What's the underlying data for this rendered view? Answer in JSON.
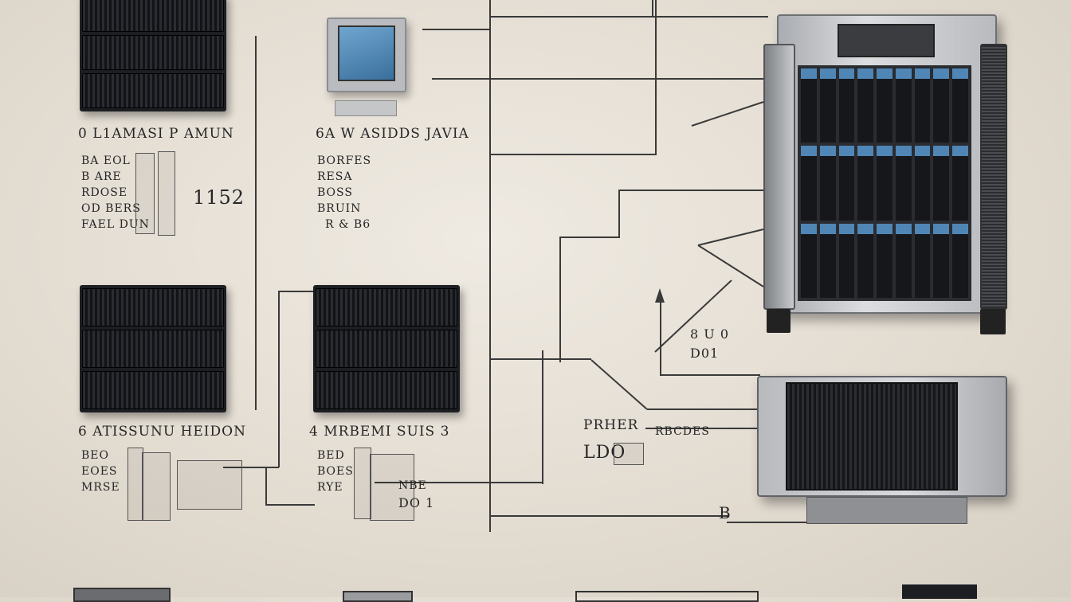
{
  "labels": {
    "top_left_heading": "0 L1AMASI P AMUN",
    "top_left_items": [
      "BA EOL",
      "B ARE",
      "RDOSE",
      "OD BERS",
      "FAEL DUN"
    ],
    "top_left_number": "1152",
    "top_mid_heading": "6A W ASIDDS JAVIA",
    "top_mid_items": [
      "BORFES",
      "RESA",
      "BOSS",
      "BRUIN",
      "R & B6"
    ],
    "mid_right_tag_1": "8 U 0",
    "mid_right_tag_2": "D01",
    "bot_left_heading": "6 ATISSUNU HEIDON",
    "bot_left_items": [
      "BEO",
      "EOES",
      "MRSE"
    ],
    "bot_mid_heading": "4 MRBEMI SUIS 3",
    "bot_mid_items": [
      "BED",
      "BOES",
      "RYE"
    ],
    "bot_mid_tag_1": "NBE",
    "bot_mid_tag_2": "DO 1",
    "bot_right_heading": "PRHER",
    "bot_right_sub": "LDO",
    "bot_right_tag": "RBCDES",
    "bot_right_mark": "B"
  },
  "colors": {
    "background": "#e6e0d6",
    "wire": "#3a3a3a",
    "rack": "#1c1e22",
    "chassis": "#c9cacc",
    "screen": "#4a88b8",
    "bay_accent": "#4f86b5"
  },
  "icons": [
    "rack-server-icon",
    "monitor-icon",
    "tower-server-icon",
    "network-switch-icon"
  ]
}
